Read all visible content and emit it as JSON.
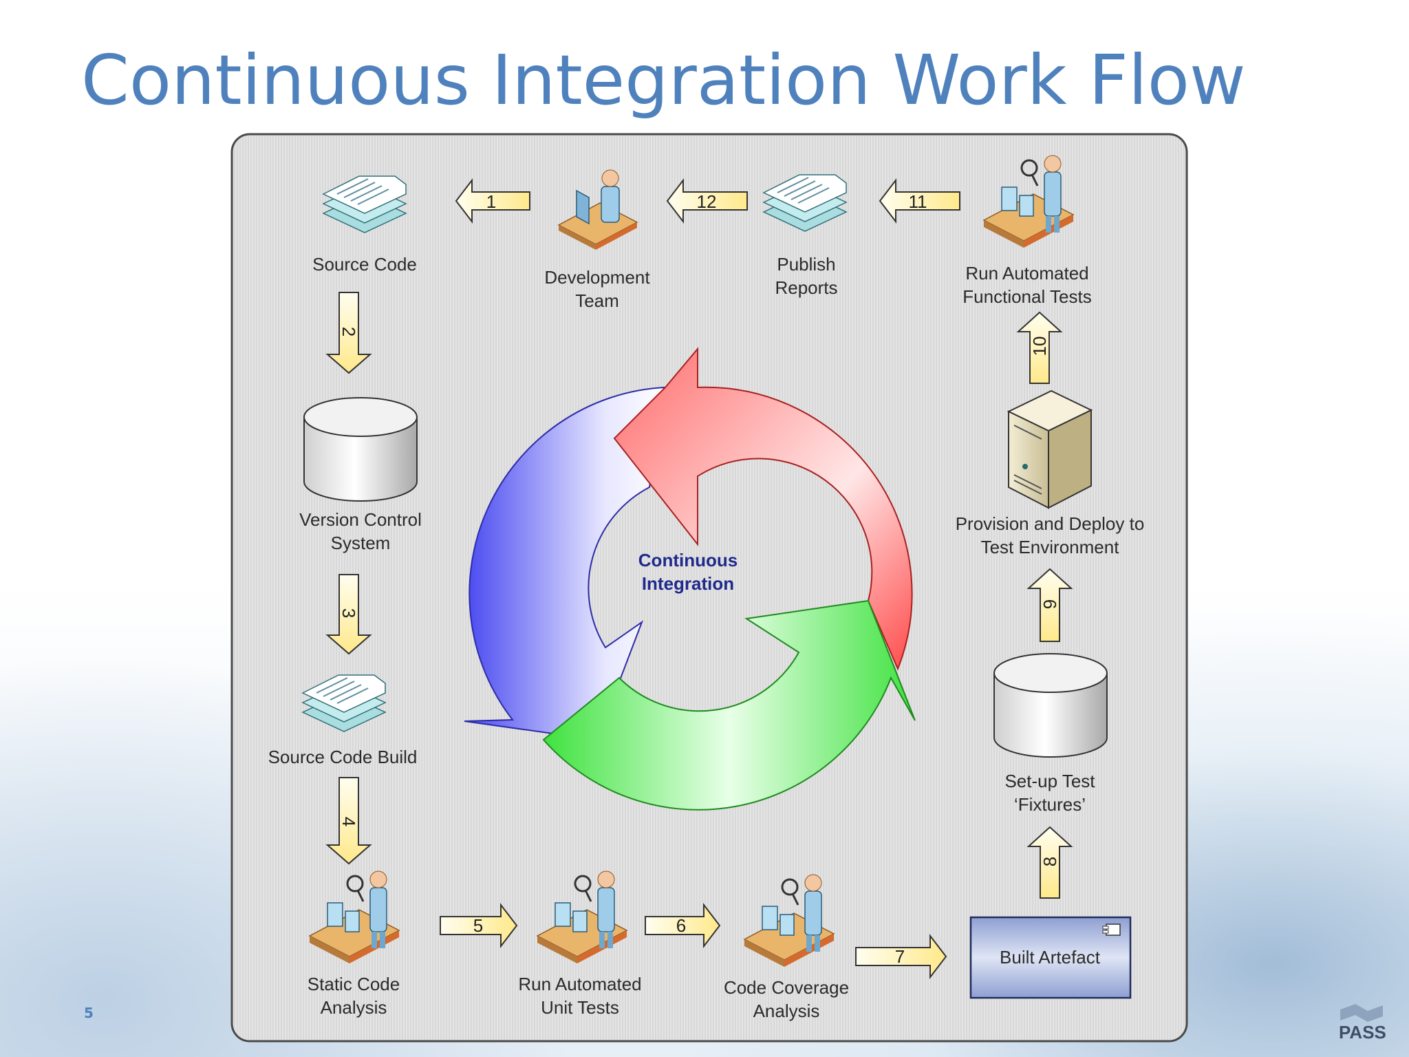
{
  "slide": {
    "title": "Continuous Integration Work Flow",
    "number": "5",
    "logo_text": "PASS"
  },
  "diagram": {
    "center": [
      "Continuous",
      "Integration"
    ],
    "nodes": {
      "source_code": [
        "Source Code"
      ],
      "development_team": [
        "Development",
        "Team"
      ],
      "publish_reports": [
        "Publish",
        "Reports"
      ],
      "run_functional_tests": [
        "Run Automated",
        "Functional Tests"
      ],
      "version_control": [
        "Version Control",
        "System"
      ],
      "provision_deploy": [
        "Provision and Deploy to",
        "Test Environment"
      ],
      "source_code_build": [
        "Source Code Build"
      ],
      "setup_fixtures": [
        "Set-up Test",
        "‘Fixtures’"
      ],
      "static_analysis": [
        "Static Code",
        "Analysis"
      ],
      "run_unit_tests": [
        "Run Automated",
        "Unit Tests"
      ],
      "code_coverage": [
        "Code Coverage",
        "Analysis"
      ],
      "built_artefact": [
        "Built Artefact"
      ]
    },
    "steps": [
      "1",
      "2",
      "3",
      "4",
      "5",
      "6",
      "7",
      "8",
      "9",
      "10",
      "11",
      "12"
    ],
    "colors": {
      "title": "#4f81bd",
      "cycle_red": "#ff6b6b",
      "cycle_green": "#3fe23f",
      "cycle_blue": "#5a5af5",
      "center_text": "#1f2a8c",
      "arrow_fill": "#fff6c8"
    }
  }
}
